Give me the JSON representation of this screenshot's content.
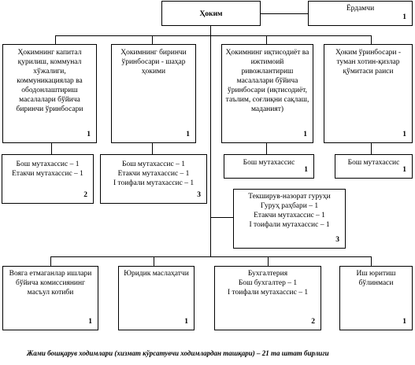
{
  "top": {
    "hokim": "Ҳоким",
    "assistant": {
      "title": "Ёрдамчи",
      "count": "1"
    }
  },
  "deputies": [
    {
      "title": "Ҳокимнинг капитал қурилиш, коммунал хўжалиги, коммуникациялар ва ободонлаштириш масалалари бўйича биринчи ўринбосари",
      "count": "1"
    },
    {
      "title": "Ҳокимнинг биринчи ўринбосари - шаҳар ҳокими",
      "count": "1"
    },
    {
      "title": "Ҳокимнинг иқтисодиёт ва ижтимоий ривожлантириш масалалари бўйича ўринбосари (иқтисодиёт, таълим, соғлиқни сақлаш, маданият)",
      "count": "1"
    },
    {
      "title": "Ҳоким ўринбосари - туман хотин-қизлар қўмитаси раиси",
      "count": "1"
    }
  ],
  "subunits": [
    {
      "lines": [
        "Бош мутахассис – 1",
        "Етакчи мутахассис – 1"
      ],
      "count": "2"
    },
    {
      "lines": [
        "Бош мутахассис  – 1",
        "Етакчи мутахассис – 1",
        "I тоифали  мутахассис – 1"
      ],
      "count": "3"
    },
    {
      "lines": [
        "Бош мутахассис"
      ],
      "count": "1"
    },
    {
      "lines": [
        "Бош мутахассис"
      ],
      "count": "1"
    }
  ],
  "inspection": {
    "lines": [
      "Текширув-назорат гуруҳи",
      "Гуруҳ раҳбари  – 1",
      "Етакчи мутахассис – 1",
      "I тоифали  мутахассис – 1"
    ],
    "count": "3"
  },
  "bottom": [
    {
      "title": "Вояга етмаганлар ишлари бўйича комиссиянинг масъул котиби",
      "count": "1"
    },
    {
      "title": "Юридик маслаҳатчи",
      "count": "1"
    },
    {
      "lines": [
        "Бухгалтерия",
        "Бош бухгалтер – 1",
        "I тоифали  мутахассис – 1"
      ],
      "count": "2"
    },
    {
      "title": "Иш юритиш бўлинмаси",
      "count": "1"
    }
  ],
  "footer": "Жами бошқарув ходимлари (хизмат кўрсатувчи ходимлардан ташқари)  – 21 та штат бирлиги"
}
